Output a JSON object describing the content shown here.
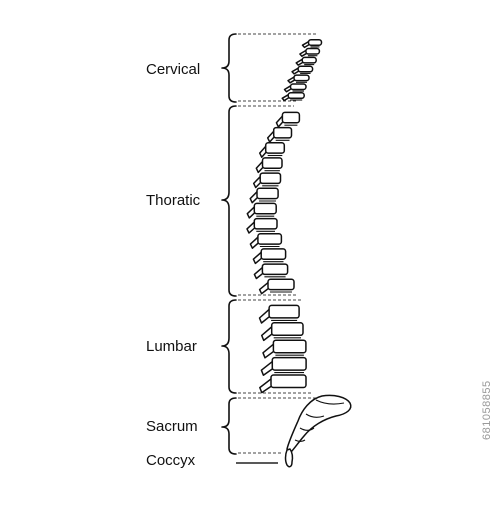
{
  "diagram": {
    "regions": [
      {
        "key": "cervical",
        "label": "Cervical"
      },
      {
        "key": "thoracic",
        "label": "Thoratic"
      },
      {
        "key": "lumbar",
        "label": "Lumbar"
      },
      {
        "key": "sacrum",
        "label": "Sacrum"
      },
      {
        "key": "coccyx",
        "label": "Coccyx"
      }
    ],
    "vertebra_counts": {
      "cervical": 7,
      "thoracic": 12,
      "lumbar": 5
    },
    "side_label": "681058855"
  }
}
